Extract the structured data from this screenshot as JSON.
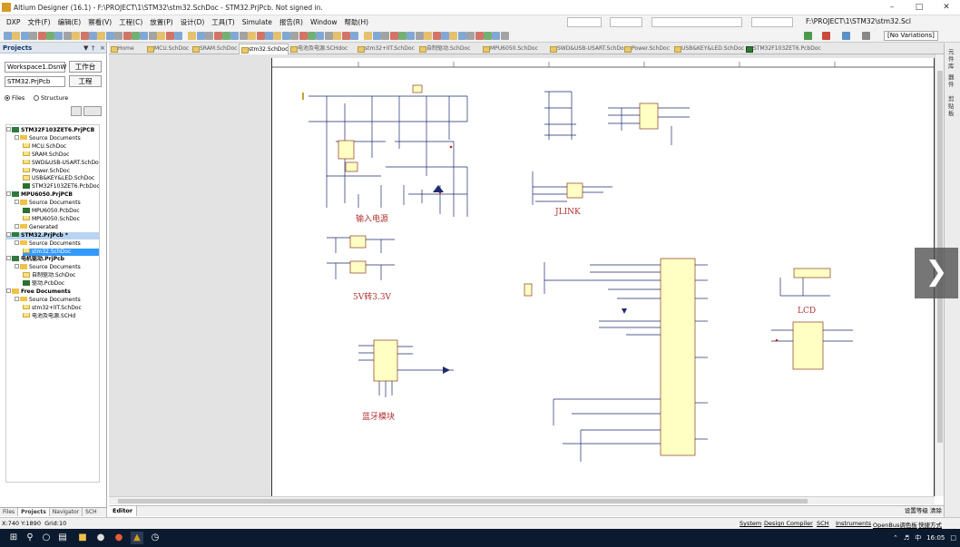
{
  "window": {
    "title": "Altium Designer (16.1) - F:\\PROJECT\\1\\STM32\\stm32.SchDoc - STM32.PrjPcb. Not signed in."
  },
  "menu": {
    "items": [
      "DXP",
      "文件(F)",
      "编辑(E)",
      "察看(V)",
      "工程(C)",
      "放置(P)",
      "设计(D)",
      "工具(T)",
      "Simulate",
      "报告(R)",
      "Window",
      "帮助(H)"
    ],
    "path": "F:\\PROJECT\\1\\STM32\\stm32.Scl"
  },
  "toolbar": {
    "variations": "[No Variations]"
  },
  "panel": {
    "title": "Projects",
    "workspace": "Workspace1.DsnW",
    "workspace_button": "工作台",
    "project": "STM32.PrjPcb",
    "project_button": "工程",
    "radio_files": "Files",
    "radio_structure": "Structure",
    "tree": [
      {
        "label": "STM32F103ZET6.PrjPCB",
        "level": 0,
        "icon": "pcb",
        "bold": true,
        "exp": "-"
      },
      {
        "label": "Source Documents",
        "level": 1,
        "icon": "folder",
        "exp": "-"
      },
      {
        "label": "MCU.SchDoc",
        "level": 2,
        "icon": "sch"
      },
      {
        "label": "SRAM.SchDoc",
        "level": 2,
        "icon": "sch"
      },
      {
        "label": "SWD&USB-USART.SchDoc",
        "level": 2,
        "icon": "sch"
      },
      {
        "label": "Power.SchDoc",
        "level": 2,
        "icon": "sch"
      },
      {
        "label": "USB&KEY&LED.SchDoc",
        "level": 2,
        "icon": "sch"
      },
      {
        "label": "STM32F103ZET6.PcbDoc",
        "level": 2,
        "icon": "pcbdoc"
      },
      {
        "label": "MPU6050.PrjPCB",
        "level": 0,
        "icon": "pcb",
        "bold": true,
        "exp": "-"
      },
      {
        "label": "Source Documents",
        "level": 1,
        "icon": "folder",
        "exp": "-"
      },
      {
        "label": "MPU6050.PcbDoc",
        "level": 2,
        "icon": "pcbdoc"
      },
      {
        "label": "MPU6050.SchDoc",
        "level": 2,
        "icon": "sch"
      },
      {
        "label": "Generated",
        "level": 1,
        "icon": "folder",
        "exp": "+"
      },
      {
        "label": "STM32.PrjPcb *",
        "level": 0,
        "icon": "pcb",
        "bold": true,
        "exp": "-",
        "sel2": true
      },
      {
        "label": "Source Documents",
        "level": 1,
        "icon": "folder",
        "exp": "-"
      },
      {
        "label": "stm32.SchDoc",
        "level": 2,
        "icon": "sch",
        "sel": true
      },
      {
        "label": "电机驱动.PrjPcb",
        "level": 0,
        "icon": "pcb",
        "bold": true,
        "exp": "-"
      },
      {
        "label": "Source Documents",
        "level": 1,
        "icon": "folder",
        "exp": "-"
      },
      {
        "label": "自制驱动.SchDoc",
        "level": 2,
        "icon": "sch"
      },
      {
        "label": "驱动.PcbDoc",
        "level": 2,
        "icon": "pcbdoc"
      },
      {
        "label": "Free Documents",
        "level": 0,
        "icon": "folder",
        "bold": true,
        "exp": "-"
      },
      {
        "label": "Source Documents",
        "level": 1,
        "icon": "folder",
        "exp": "-"
      },
      {
        "label": "stm32+lIT.SchDoc",
        "level": 2,
        "icon": "sch"
      },
      {
        "label": "电池及电源.SCHd",
        "level": 2,
        "icon": "sch"
      }
    ],
    "tabs": [
      "Files",
      "Projects",
      "Navigator",
      "SCH Filter"
    ]
  },
  "doc_tabs": [
    {
      "label": "Home",
      "pcb": false
    },
    {
      "label": "MCU.SchDoc",
      "pcb": false
    },
    {
      "label": "SRAM.SchDoc",
      "pcb": false
    },
    {
      "label": "stm32.SchDoc",
      "pcb": false,
      "active": true
    },
    {
      "label": "电池及电源.SCHdoc",
      "pcb": false
    },
    {
      "label": "stm32+lIT.SchDoc",
      "pcb": false
    },
    {
      "label": "自制驱动.SchDoc",
      "pcb": false
    },
    {
      "label": "MPU6050.SchDoc",
      "pcb": false
    },
    {
      "label": "SWD&USB-USART.SchDoc",
      "pcb": false
    },
    {
      "label": "Power.SchDoc",
      "pcb": false
    },
    {
      "label": "USB&KEY&LED.SchDoc",
      "pcb": false
    },
    {
      "label": "STM32F103ZET6.PcbDoc",
      "pcb": true
    }
  ],
  "schematic": {
    "captions": [
      "输入电源",
      "JLINK",
      "5V转3.3V",
      "LCD",
      "蓝牙模块"
    ]
  },
  "editor": {
    "tab": "Editor",
    "right_a": "设置等级",
    "right_b": "清除"
  },
  "right_strip": [
    "元件库",
    "器件",
    "剪贴板"
  ],
  "status": {
    "coords": "X:740 Y:1890",
    "grid": "Grid:10",
    "items": [
      "System",
      "Design Compiler",
      "SCH",
      "Instruments",
      "OpenBus调色板",
      "快捷方式"
    ]
  },
  "taskbar": {
    "time": "16:05",
    "lang": "中"
  }
}
